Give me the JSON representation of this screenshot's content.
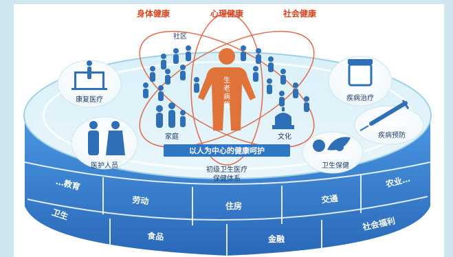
{
  "top_labels": {
    "physical": "身体健康",
    "mental": "心理健康",
    "social": "社会健康"
  },
  "center_figure_text": [
    "生",
    "老",
    "病",
    "死"
  ],
  "inner_labels": {
    "community": "社区",
    "family": "家庭",
    "culture": "文化",
    "core_banner": "以人为中心的健康呵护"
  },
  "left_cards": {
    "rehab": "康复医疗",
    "medical_staff": "医护人员"
  },
  "right_cards": {
    "treatment": "疾病治疗",
    "prevention": "疾病预防",
    "health_care": "卫生保健"
  },
  "primary_system": {
    "line1": "初级卫生医疗",
    "line2": "保健体系"
  },
  "outer_sectors_top": [
    "…教育",
    "劳动",
    "住房",
    "交通",
    "农业…"
  ],
  "outer_sectors_bottom": [
    "卫生",
    "食品",
    "金融",
    "社会福利"
  ],
  "colors": {
    "title_red": "#d9451f",
    "orange_figure": "#e0733a",
    "people_blue": "#2e6fb6",
    "side_blue": "#3d87d6",
    "side_blue_dark": "#2c6fc0",
    "banner_blue": "#2f76c4"
  },
  "icons": [
    "wheelchair-walker-icon",
    "doctor-nurse-icon",
    "medicine-bottle-icon",
    "syringe-icon",
    "vegetables-icon",
    "family-icon",
    "temple-icon",
    "person-icon",
    "atom-orbit-icon"
  ]
}
